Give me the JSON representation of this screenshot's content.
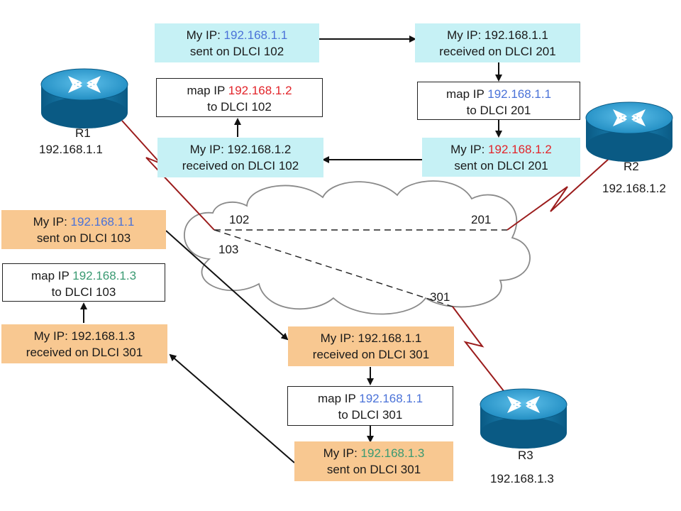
{
  "colors": {
    "cyan_box": "#c6f1f5",
    "orange_box": "#f8c891",
    "link": "#9b1c1c",
    "ip_blue": "#4a72d8",
    "ip_red": "#e2242a",
    "ip_green": "#3a9a72"
  },
  "routers": {
    "r1": {
      "name": "R1",
      "ip": "192.168.1.1",
      "icon": "router-icon"
    },
    "r2": {
      "name": "R2",
      "ip": "192.168.1.2",
      "icon": "router-icon"
    },
    "r3": {
      "name": "R3",
      "ip": "192.168.1.3",
      "icon": "router-icon"
    }
  },
  "dlci": {
    "r1_to_r2": "102",
    "r1_to_r3": "103",
    "r2_to_r1": "201",
    "r3_to_r1": "301"
  },
  "boxes": {
    "b1": {
      "l1_pre": "My IP: ",
      "l1_ip": "192.168.1.1",
      "l2": "sent on DLCI 102"
    },
    "b2": {
      "l1_pre": "My IP: 192.168.1.1",
      "l2": "received  on DLCI 201"
    },
    "b3": {
      "l1_pre": "map IP ",
      "l1_ip": "192.168.1.1",
      "l2": "to  DLCI 201"
    },
    "b4": {
      "l1_pre": "My IP: ",
      "l1_ip": "192.168.1.2",
      "l2": "sent on DLCI 201"
    },
    "b5": {
      "l1_pre": "My IP: 192.168.1.2",
      "l2": "received  on DLCI 102"
    },
    "b6": {
      "l1_pre": "map IP ",
      "l1_ip": "192.168.1.2",
      "l2": "to  DLCI 102"
    },
    "b7": {
      "l1_pre": "My IP: ",
      "l1_ip": "192.168.1.1",
      "l2": "sent on DLCI 103"
    },
    "b8": {
      "l1_pre": "map IP ",
      "l1_ip": "192.168.1.3",
      "l2": "to  DLCI 103"
    },
    "b9": {
      "l1_pre": "My IP: 192.168.1.3",
      "l2": "received  on DLCI 301"
    },
    "b10": {
      "l1_pre": "My IP: 192.168.1.1",
      "l2": "received  on DLCI 301"
    },
    "b11": {
      "l1_pre": "map IP ",
      "l1_ip": "192.168.1.1",
      "l2": "to  DLCI 301"
    },
    "b12": {
      "l1_pre": "My IP: ",
      "l1_ip": "192.168.1.3",
      "l2": "sent on DLCI 301"
    }
  }
}
